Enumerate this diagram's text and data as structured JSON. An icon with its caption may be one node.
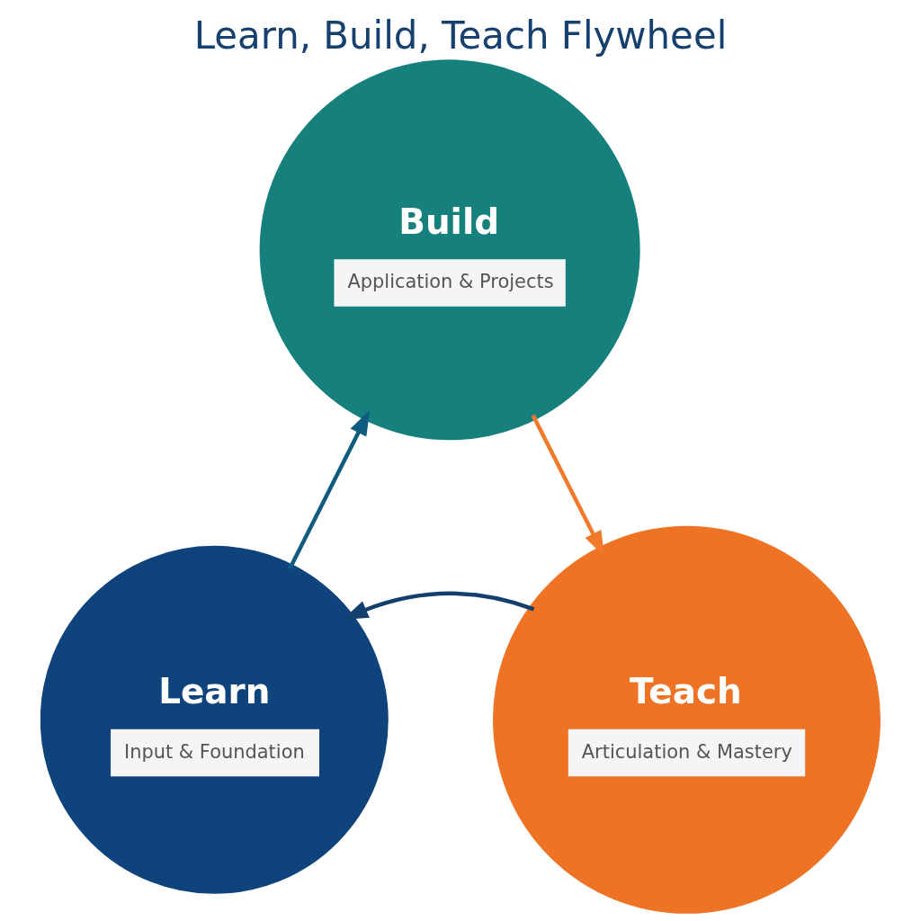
{
  "diagram": {
    "title": "Learn, Build, Teach Flywheel",
    "nodes": [
      {
        "text": [
          "Build",
          "Application & Projects"
        ]
      },
      {
        "text": [
          "Learn",
          "Input & Foundation"
        ]
      },
      {
        "text": [
          "Teach",
          "Articulation & Mastery"
        ]
      }
    ],
    "edges": [
      {
        "from": 1,
        "to": 0,
        "arrow": "to",
        "color": "#0e5c80"
      },
      {
        "from": 0,
        "to": 2,
        "arrow": "to",
        "color": "#f07a2a"
      },
      {
        "from": 2,
        "to": 1,
        "arrow": "to",
        "color": "#123f6e"
      }
    ]
  }
}
